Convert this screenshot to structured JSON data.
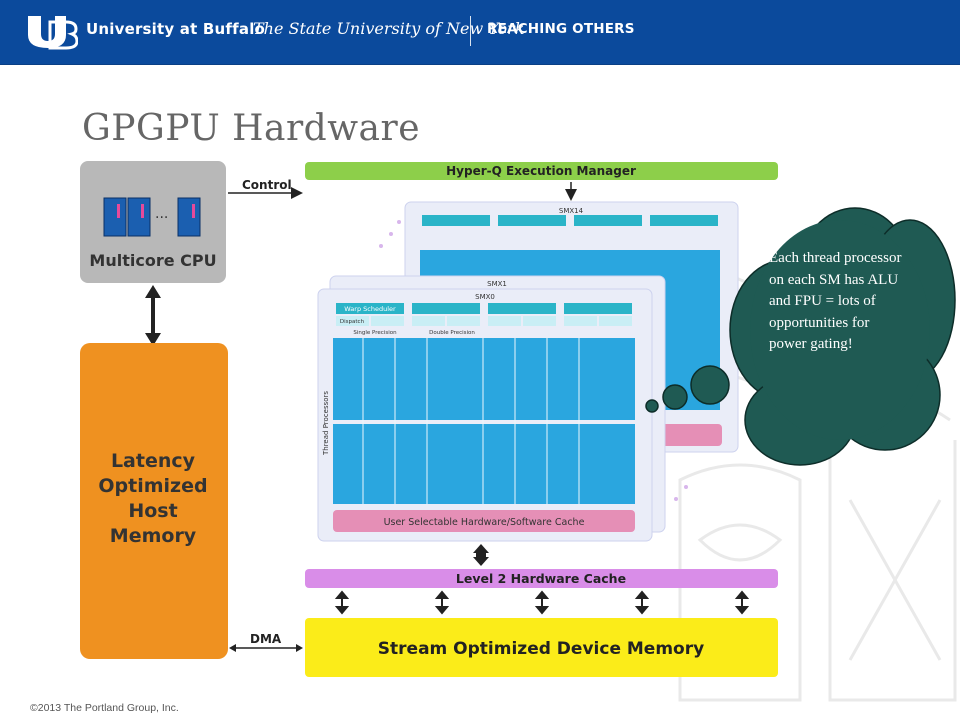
{
  "header": {
    "university": "University at Buffalo",
    "subtitle": "The State University of New York",
    "tagline": "REACHING OTHERS"
  },
  "title": "GPGPU Hardware",
  "diagram": {
    "cpu_label": "Multicore CPU",
    "control_label": "Control",
    "hyperq_label": "Hyper-Q Execution Manager",
    "host_memory_lines": [
      "Latency",
      "Optimized",
      "Host",
      "Memory"
    ],
    "smx_labels": [
      "SMX14",
      "SMX1",
      "SMX0"
    ],
    "warp_scheduler": "Warp Scheduler",
    "dispatch": "Dispatch",
    "single_precision": "Single Precision",
    "double_precision": "Double Precision",
    "thread_processors": "Thread Processors",
    "cache_label": "User Selectable Hardware/Software Cache",
    "l2_label": "Level 2 Hardware Cache",
    "dma_label": "DMA",
    "device_memory_label": "Stream Optimized Device Memory",
    "ellipsis": "..."
  },
  "thought_bubble": "Each thread processor on each SM has ALU and FPU = lots of opportunities for power gating!",
  "copyright": "©2013 The Portland Group, Inc.",
  "colors": {
    "header_blue": "#0b4a9c",
    "hyperq_green": "#8dcf4a",
    "host_memory_orange": "#ef9120",
    "cpu_gray": "#b8b8b8",
    "l2_purple": "#d98de8",
    "device_memory_yellow": "#fbec19",
    "thread_blue": "#2aa6df",
    "cache_pink": "#e58fb6",
    "bubble_fill": "#1f5a53"
  }
}
